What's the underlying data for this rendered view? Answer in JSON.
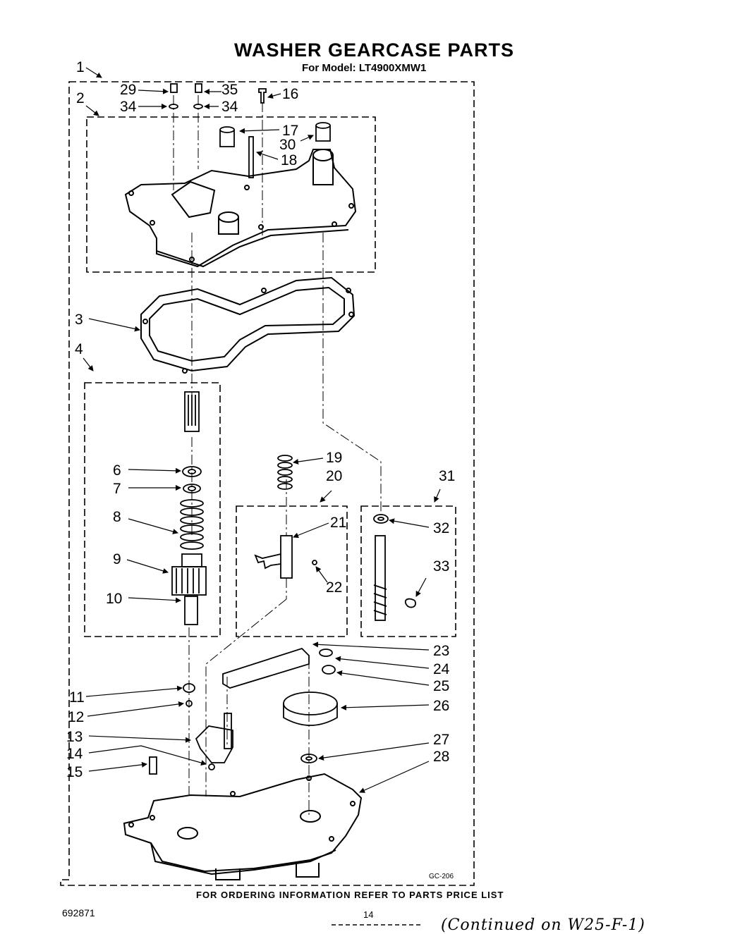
{
  "title": "WASHER GEARCASE PARTS",
  "model_line": "For Model: LT4900XMW1",
  "footer": "FOR ORDERING INFORMATION REFER TO PARTS PRICE LIST",
  "doc_number": "692871",
  "page_number": "14",
  "diagram_code": "GC-206",
  "handwritten_note": "(Continued on W25-F-1)",
  "callouts": {
    "c1": "1",
    "c2": "2",
    "c3": "3",
    "c4": "4",
    "c6": "6",
    "c7": "7",
    "c8": "8",
    "c9": "9",
    "c10": "10",
    "c11": "11",
    "c12": "12",
    "c13": "13",
    "c14": "14",
    "c15": "15",
    "c16": "16",
    "c17": "17",
    "c18": "18",
    "c19": "19",
    "c20": "20",
    "c21": "21",
    "c22": "22",
    "c23": "23",
    "c24": "24",
    "c25": "25",
    "c26": "26",
    "c27": "27",
    "c28": "28",
    "c29": "29",
    "c30": "30",
    "c31": "31",
    "c32": "32",
    "c33": "33",
    "c34a": "34",
    "c34b": "34",
    "c35": "35"
  }
}
